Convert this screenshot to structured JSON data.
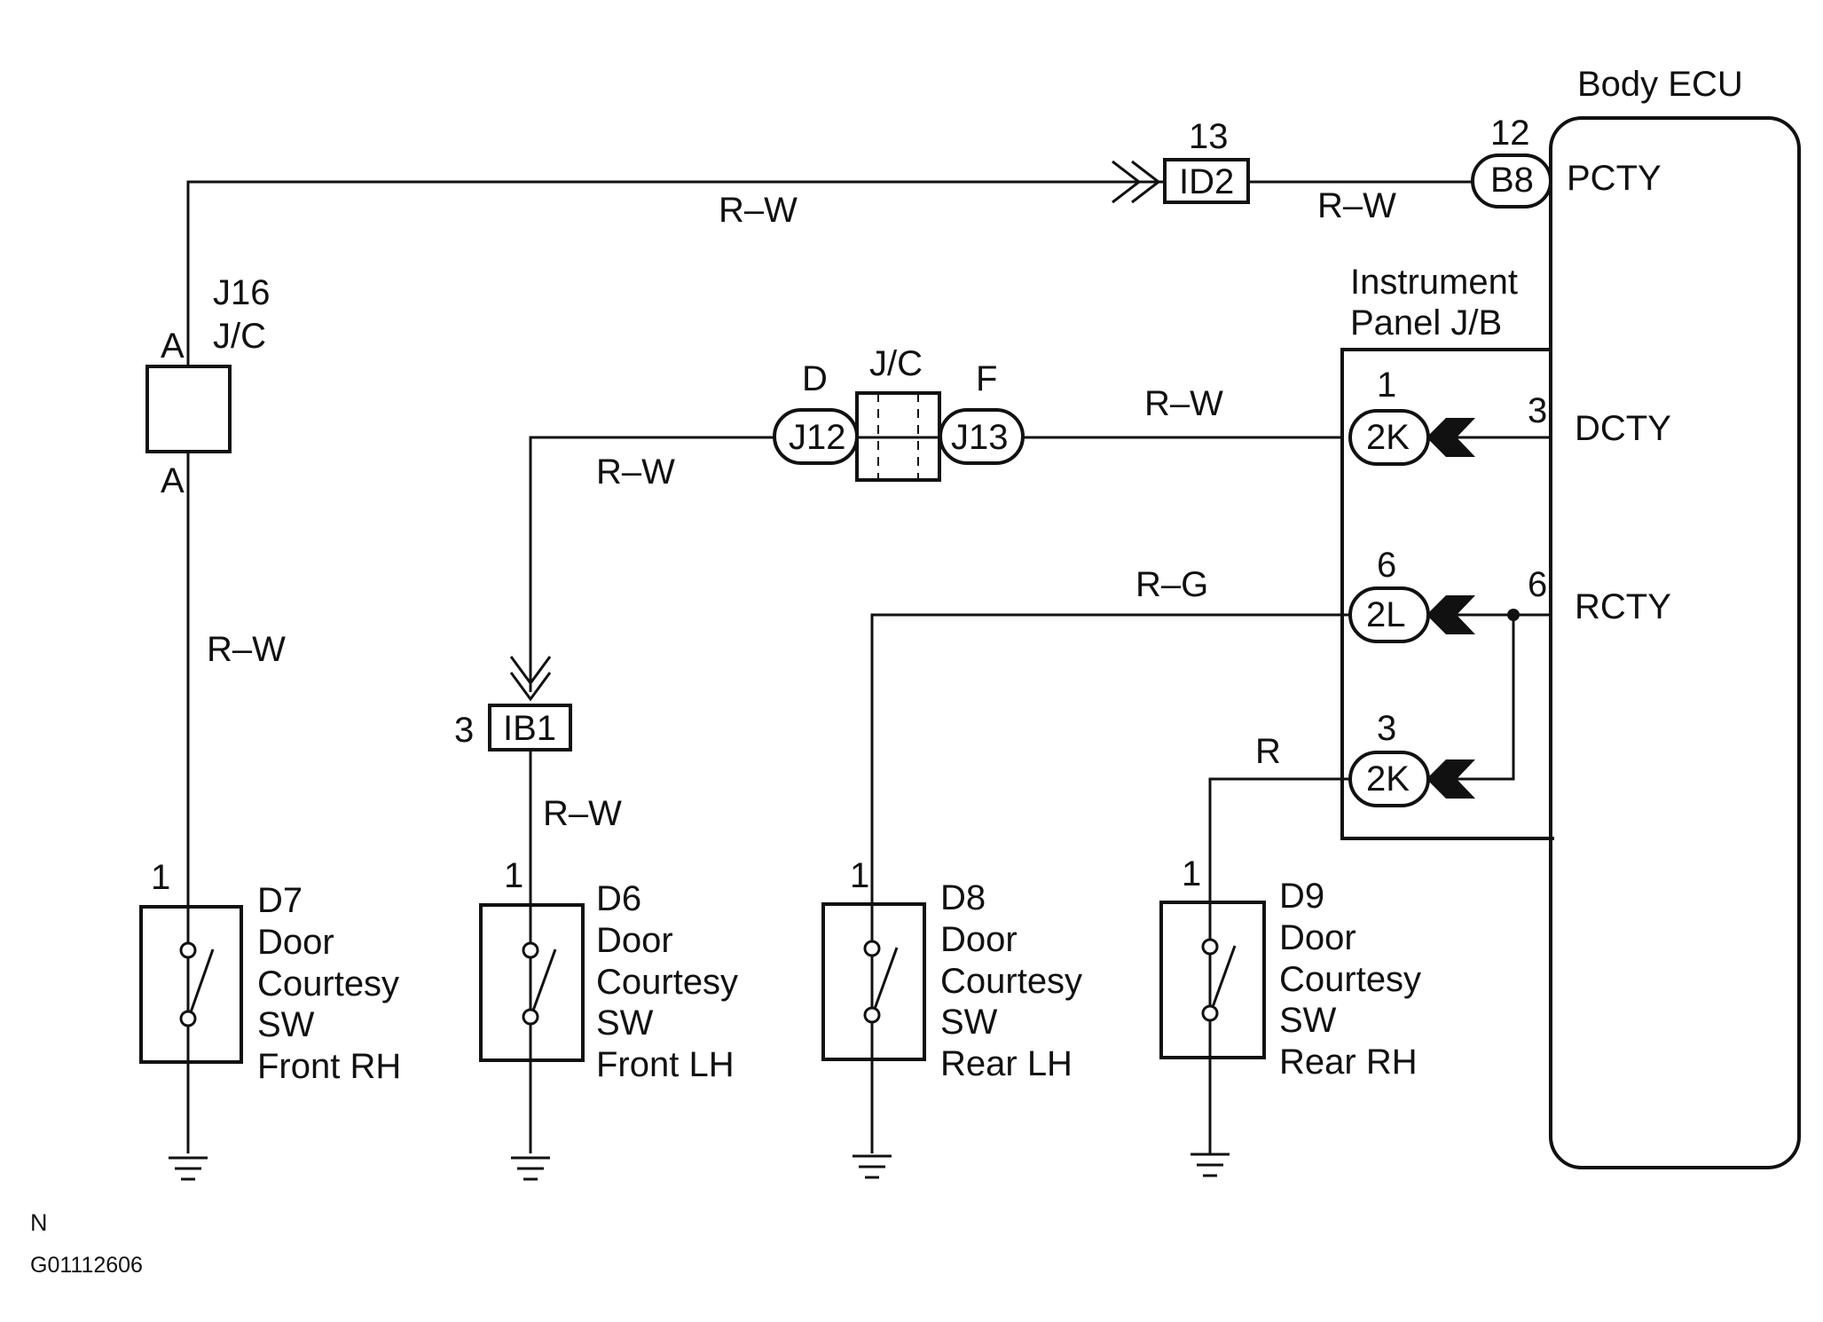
{
  "ecu": {
    "title": "Body ECU",
    "pins": [
      "PCTY",
      "DCTY",
      "RCTY"
    ]
  },
  "jb": {
    "title_line1": "Instrument",
    "title_line2": "Panel J/B"
  },
  "j16": {
    "name": "J16",
    "type": "J/C",
    "pin_top": "A",
    "pin_bottom": "A"
  },
  "jc_mid": {
    "type": "J/C",
    "left_pin": "D",
    "right_pin": "F",
    "left_conn": "J12",
    "right_conn": "J13"
  },
  "connectors": {
    "id2": "ID2",
    "id2_pin": "13",
    "b8": "B8",
    "b8_pin": "12",
    "ib1": "IB1",
    "ib1_pin": "3",
    "k2_top": "2K",
    "k2_top_pin": "1",
    "l2": "2L",
    "l2_pin": "6",
    "k2_bottom": "2K",
    "k2_bottom_pin": "3",
    "dcty_pin": "3",
    "rcty_pin": "6"
  },
  "wires": {
    "top": "R–W",
    "top_right": "R–W",
    "j16_down": "R–W",
    "jc_left": "R–W",
    "jc_right": "R–W",
    "ib1_down": "R–W",
    "rg": "R–G",
    "r": "R"
  },
  "switches": [
    {
      "id": "D7",
      "pin": "1",
      "l1": "Door",
      "l2": "Courtesy",
      "l3": "SW",
      "l4": "Front RH"
    },
    {
      "id": "D6",
      "pin": "1",
      "l1": "Door",
      "l2": "Courtesy",
      "l3": "SW",
      "l4": "Front LH"
    },
    {
      "id": "D8",
      "pin": "1",
      "l1": "Door",
      "l2": "Courtesy",
      "l3": "SW",
      "l4": "Rear LH"
    },
    {
      "id": "D9",
      "pin": "1",
      "l1": "Door",
      "l2": "Courtesy",
      "l3": "SW",
      "l4": "Rear RH"
    }
  ],
  "footer": {
    "mark": "N",
    "code": "G01112606"
  }
}
